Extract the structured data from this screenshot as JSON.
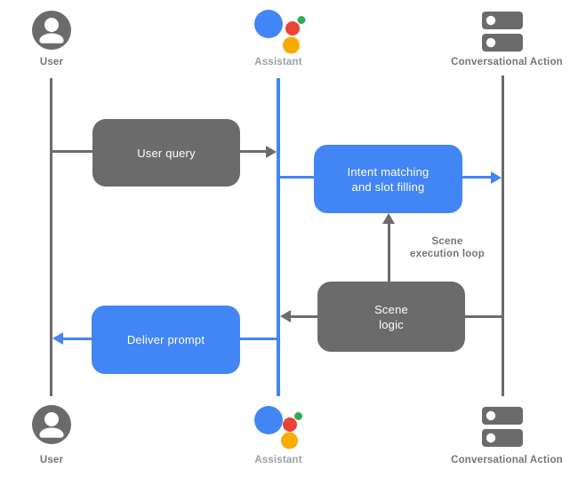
{
  "colors": {
    "google_blue": "#4285F4",
    "box_gray": "#6B6B6B",
    "label_gray": "#757575",
    "assistant_label_gray": "#9AA0A6",
    "google_red": "#EA4335",
    "google_green": "#34A853",
    "google_yellow": "#F9AB00",
    "background": "#FFFFFF"
  },
  "icons": {
    "user": "person-avatar-icon",
    "assistant": "google-assistant-icon",
    "conversational_action": "server-stack-icon"
  },
  "lanes": {
    "top": {
      "user": "User",
      "assistant": "Assistant",
      "conversational_action": "Conversational Action"
    },
    "bottom": {
      "user": "User",
      "assistant": "Assistant",
      "conversational_action": "Conversational Action"
    }
  },
  "flow": {
    "user_query": {
      "label": "User query"
    },
    "intent_matching": {
      "line1": "Intent matching",
      "line2": "and slot filling"
    },
    "scene_logic": {
      "line1": "Scene",
      "line2": "logic"
    },
    "deliver_prompt": {
      "label": "Deliver prompt"
    },
    "scene_loop_note": {
      "line1": "Scene",
      "line2": "execution loop"
    }
  }
}
